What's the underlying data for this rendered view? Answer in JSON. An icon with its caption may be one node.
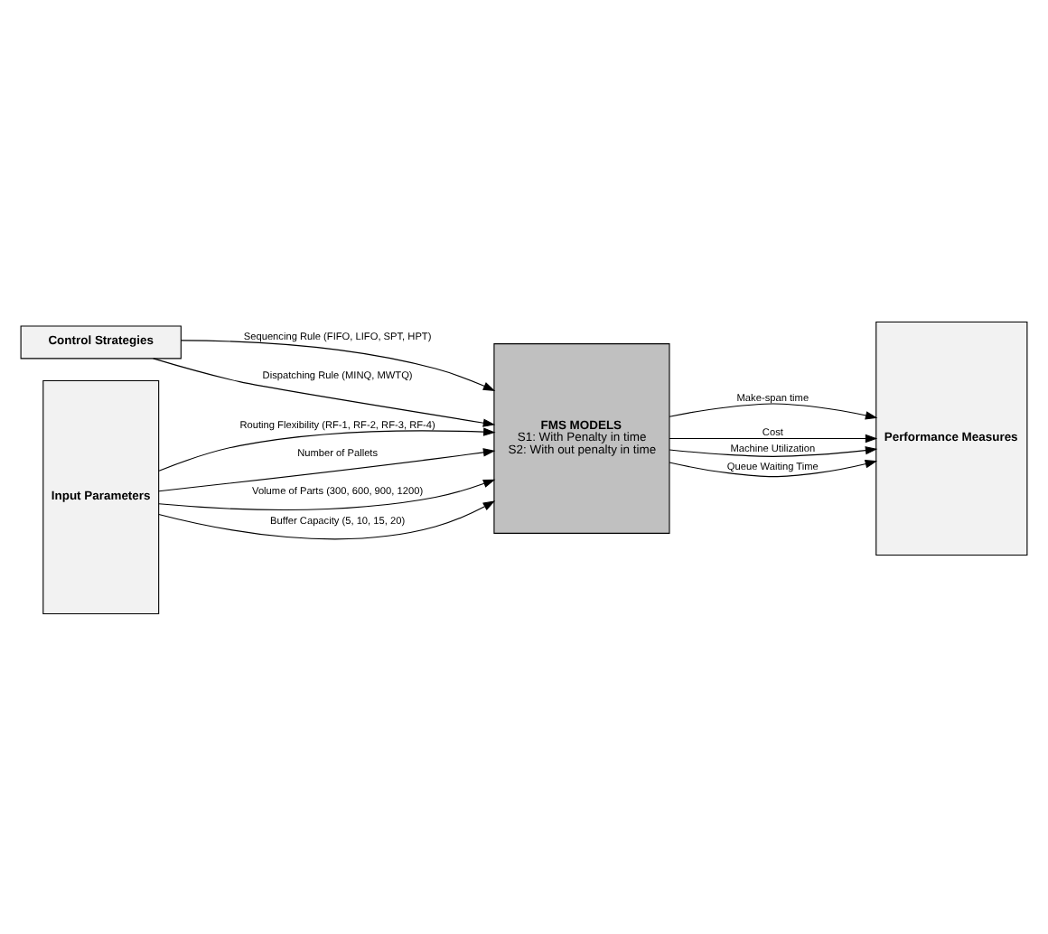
{
  "diagram": {
    "nodes": [
      {
        "text": [
          "Control Strategies"
        ]
      },
      {
        "text": [
          "Input Parameters"
        ]
      },
      {
        "text": [
          "FMS MODELS",
          "S1: With Penalty in time",
          "S2: With out penalty in time"
        ]
      },
      {
        "text": [
          "Performance Measures"
        ]
      }
    ],
    "edges": [
      {
        "from": 0,
        "to": 2,
        "arrow": "to",
        "label": "Sequencing Rule (FIFO, LIFO, SPT, HPT)"
      },
      {
        "from": 0,
        "to": 2,
        "arrow": "to",
        "label": "Dispatching Rule (MINQ, MWTQ)"
      },
      {
        "from": 1,
        "to": 2,
        "arrow": "to",
        "label": "Routing Flexibility (RF-1, RF-2, RF-3, RF-4)"
      },
      {
        "from": 1,
        "to": 2,
        "arrow": "to",
        "label": "Number of Pallets"
      },
      {
        "from": 1,
        "to": 2,
        "arrow": "to",
        "label": "Volume of Parts (300, 600, 900, 1200)"
      },
      {
        "from": 1,
        "to": 2,
        "arrow": "to",
        "label": "Buffer Capacity (5, 10, 15, 20)"
      },
      {
        "from": 2,
        "to": 3,
        "arrow": "to",
        "label": "Make-span time"
      },
      {
        "from": 2,
        "to": 3,
        "arrow": "to",
        "label": "Cost"
      },
      {
        "from": 2,
        "to": 3,
        "arrow": "to",
        "label": "Machine Utilization"
      },
      {
        "from": 2,
        "to": 3,
        "arrow": "to",
        "label": "Queue Waiting Time"
      }
    ]
  }
}
